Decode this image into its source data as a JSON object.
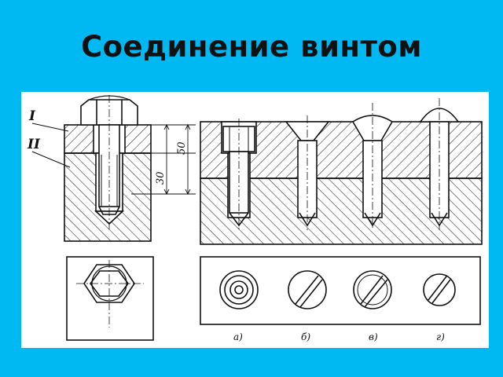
{
  "title": "Соединение винтом",
  "part_labels": [
    "I",
    "II"
  ],
  "dimensions": [
    "50",
    "30"
  ],
  "variants": [
    "а)",
    "б)",
    "в)",
    "г)"
  ],
  "colors": {
    "background": "#00b8f2",
    "panel": "#ffffff",
    "ink": "#111111"
  }
}
